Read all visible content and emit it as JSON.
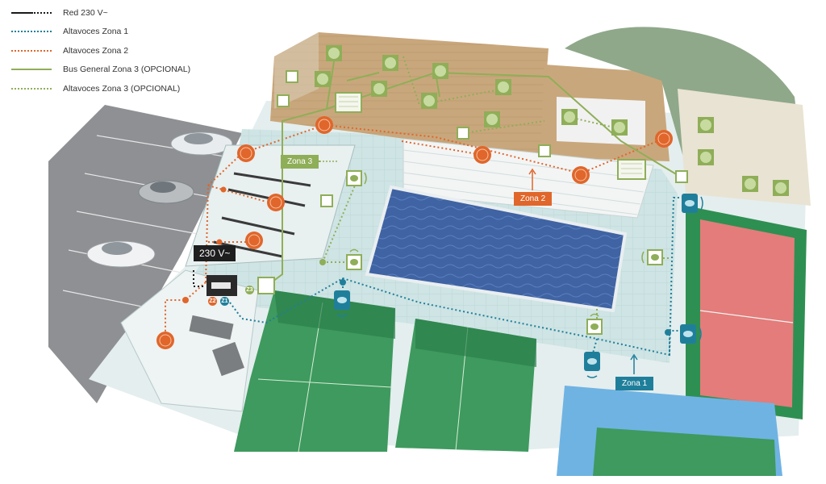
{
  "legend": [
    {
      "label": "Red 230 V~",
      "color": "#1a1a1a",
      "style": "solid-dotted"
    },
    {
      "label": "Altavoces Zona 1",
      "color": "#1f7f9b",
      "style": "dotted"
    },
    {
      "label": "Altavoces Zona 2",
      "color": "#e0662b",
      "style": "dotted"
    },
    {
      "label": "Bus General Zona 3 (OPCIONAL)",
      "color": "#8fae58",
      "style": "solid"
    },
    {
      "label": "Altavoces Zona 3 (OPCIONAL)",
      "color": "#8fae58",
      "style": "dotted"
    }
  ],
  "zones": {
    "zona1": "Zona 1",
    "zona2": "Zona 2",
    "zona3": "Zona 3"
  },
  "power_label": "230 V~",
  "badges": {
    "z1": "Z1",
    "z2": "Z2",
    "z3": "Z3"
  },
  "colors": {
    "zone1": "#1f7f9b",
    "zone2": "#e0662b",
    "zone3": "#8fae58",
    "pool": "#3a5d9c",
    "court_green": "#2f8f54",
    "court_red": "#e37c7a"
  }
}
